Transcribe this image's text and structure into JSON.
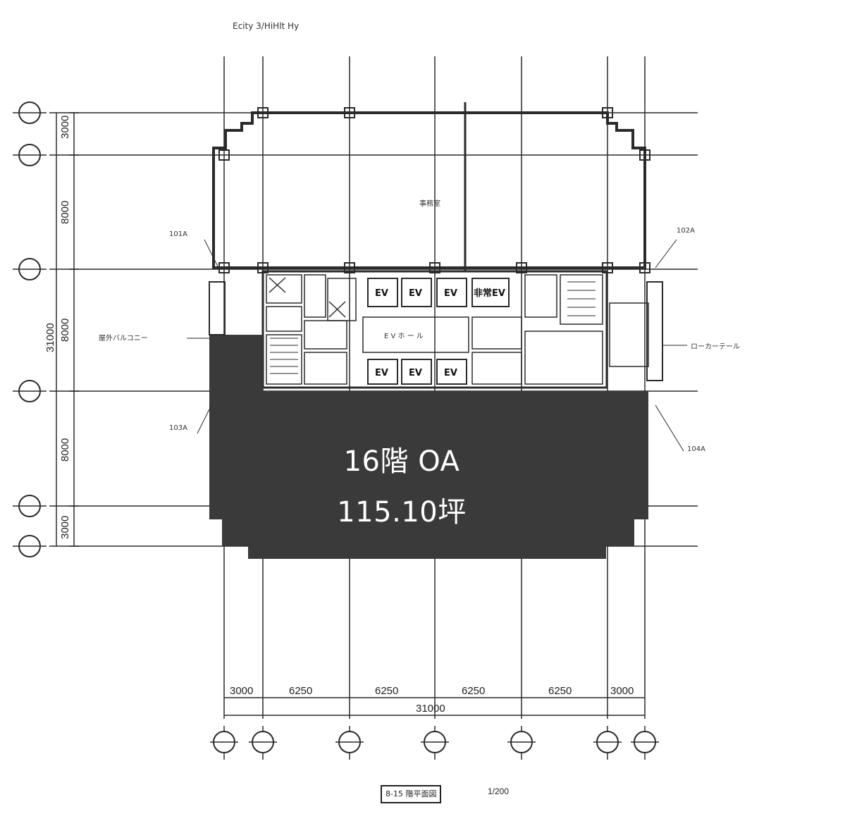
{
  "floor_label": "16階 OA",
  "area_label": "115.10坪",
  "top_note": "Ecity 3/HiHlt Hy",
  "title_box": "8-15 階平面図",
  "scale": "1/200",
  "bottom_dimensions": [
    "3000",
    "6250",
    "6250",
    "6250",
    "6250",
    "3000"
  ],
  "bottom_total": "31000",
  "left_dimensions": [
    "3000",
    "8000",
    "8000",
    "8000",
    "3000"
  ],
  "left_total": "31000",
  "elevators": [
    "EV",
    "EV",
    "EV",
    "非常EV",
    "EV",
    "EV",
    "EV"
  ],
  "ev_hall": "E V ホ ー ル",
  "notes": {
    "exterior_balcony": "屋外バルコニー",
    "right_note": "ローカーテール",
    "top_room": "事務室",
    "a_left_top": "101A",
    "a_right_top": "102A",
    "a_left_bottom": "103A",
    "a_right_bottom": "104A"
  },
  "colors": {
    "hatched_area": "#3a3a3a",
    "line": "#2a2a2a",
    "label_text": "#ffffff"
  }
}
